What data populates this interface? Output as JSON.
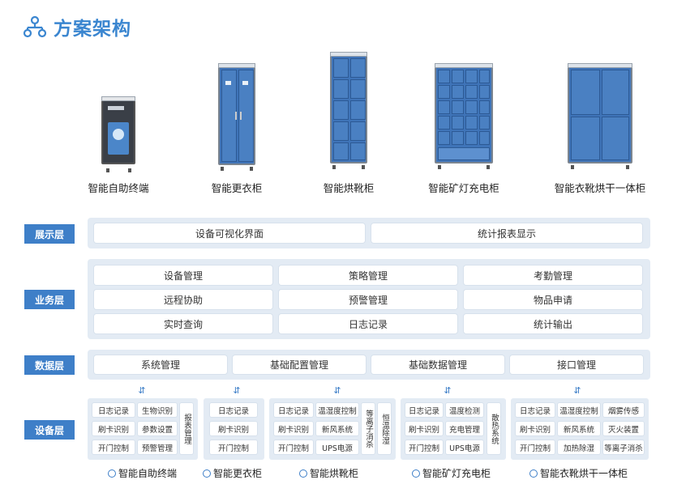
{
  "title": "方案架构",
  "devices": [
    {
      "label": "智能自助终端"
    },
    {
      "label": "智能更衣柜"
    },
    {
      "label": "智能烘靴柜"
    },
    {
      "label": "智能矿灯充电柜"
    },
    {
      "label": "智能衣靴烘干一体柜"
    }
  ],
  "layers": {
    "display": {
      "label": "展示层",
      "items": [
        "设备可视化界面",
        "统计报表显示"
      ]
    },
    "business": {
      "label": "业务层",
      "items": [
        "设备管理",
        "策略管理",
        "考勤管理",
        "远程协助",
        "预警管理",
        "物品申请",
        "实时查询",
        "日志记录",
        "统计输出"
      ]
    },
    "data": {
      "label": "数据层",
      "items": [
        "系统管理",
        "基础配置管理",
        "基础数据管理",
        "接口管理"
      ]
    },
    "device": {
      "label": "设备层"
    }
  },
  "device_groups": [
    {
      "name": "智能自助终端",
      "items": [
        "日志记录",
        "生物识别",
        "刷卡识别",
        "参数设置",
        "开门控制",
        "预警管理"
      ],
      "vertical": [
        "报表管理"
      ]
    },
    {
      "name": "智能更衣柜",
      "items": [
        "日志记录",
        "刷卡识别",
        "开门控制"
      ],
      "vertical": []
    },
    {
      "name": "智能烘靴柜",
      "items": [
        "日志记录",
        "温湿度控制",
        "刷卡识别",
        "新风系统",
        "开门控制",
        "UPS电源"
      ],
      "vertical": [
        "等离子消杀",
        "恒温除湿"
      ]
    },
    {
      "name": "智能矿灯充电柜",
      "items": [
        "日志记录",
        "温度检测",
        "刷卡识别",
        "充电管理",
        "开门控制",
        "UPS电源"
      ],
      "vertical": [
        "散热系统"
      ]
    },
    {
      "name": "智能衣靴烘干一体柜",
      "items": [
        "日志记录",
        "温湿度控制",
        "烟雾传感",
        "刷卡识别",
        "新风系统",
        "灭火装置",
        "开门控制",
        "加热除湿",
        "等离子消杀"
      ],
      "vertical": []
    }
  ],
  "colors": {
    "accent": "#3e7fc8",
    "panel": "#e3ebf4",
    "cabinet": "#3f74b8"
  }
}
